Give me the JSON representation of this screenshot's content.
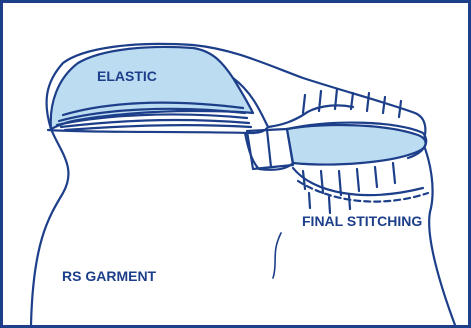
{
  "labels": {
    "elastic": "ELASTIC",
    "final_stitching": "FINAL STITCHING",
    "rs_garment": "RS GARMENT"
  },
  "colors": {
    "line": "#1d3f8a",
    "fill": "#bcdcf2",
    "border": "#1d3f8a"
  }
}
